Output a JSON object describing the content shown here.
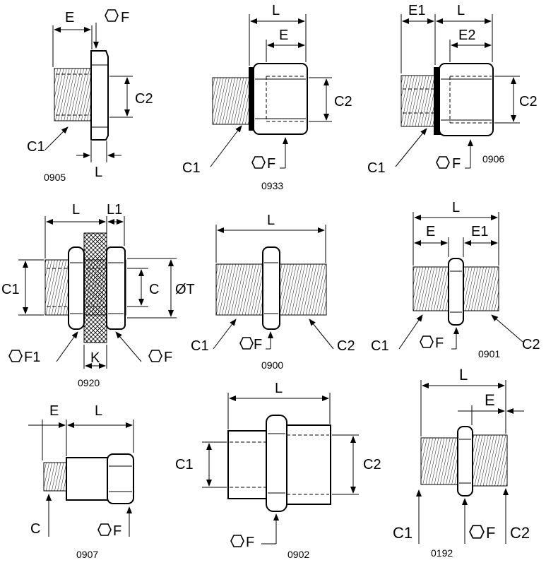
{
  "title": "",
  "parts": [
    {
      "code": "0905",
      "labels": {
        "e": "E",
        "f": "F",
        "c1": "C1",
        "c2": "C2",
        "l": "L"
      }
    },
    {
      "code": "0933",
      "labels": {
        "l": "L",
        "e": "E",
        "c1": "C1",
        "c2": "C2",
        "f": "F"
      }
    },
    {
      "code": "0906",
      "labels": {
        "e1": "E1",
        "l": "L",
        "e2": "E2",
        "c1": "C1",
        "c2": "C2",
        "f": "F"
      }
    },
    {
      "code": "0920",
      "labels": {
        "l": "L",
        "l1": "L1",
        "c1": "C1",
        "c": "C",
        "t": "ØT",
        "f1": "F1",
        "k": "K",
        "f": "F"
      }
    },
    {
      "code": "0900",
      "labels": {
        "l": "L",
        "c1": "C1",
        "f": "F",
        "c2": "C2"
      }
    },
    {
      "code": "0901",
      "labels": {
        "l": "L",
        "e": "E",
        "e1": "E1",
        "c1": "C1",
        "f": "F",
        "c2": "C2"
      }
    },
    {
      "code": "0907",
      "labels": {
        "e": "E",
        "l": "L",
        "c": "C",
        "f": "F"
      }
    },
    {
      "code": "0902",
      "labels": {
        "l": "L",
        "c1": "C1",
        "c2": "C2",
        "f": "F"
      }
    },
    {
      "code": "0192",
      "labels": {
        "l": "L",
        "e": "E",
        "c1": "C1",
        "f": "F",
        "c2": "C2"
      }
    }
  ],
  "icons": {
    "hex": "hexagon-icon"
  }
}
